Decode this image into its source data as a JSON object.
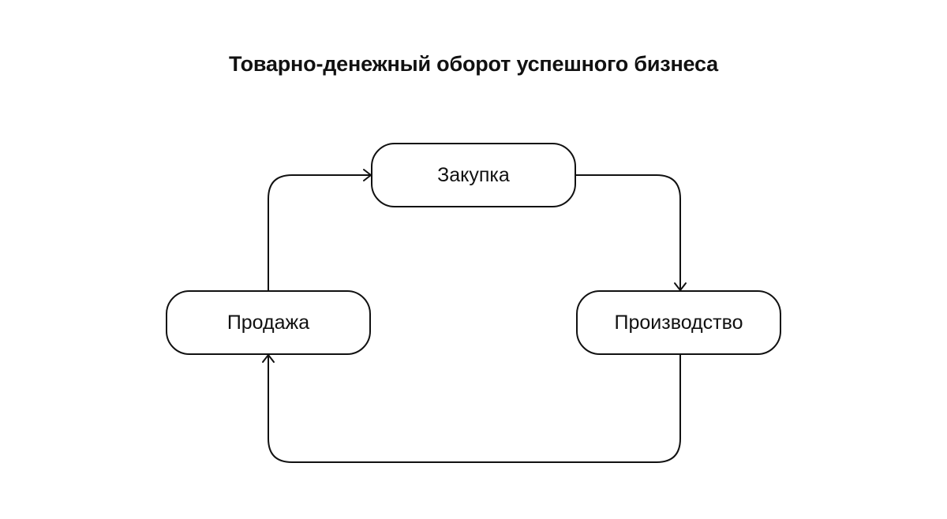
{
  "diagram": {
    "title": "Товарно-денежный оборот успешного бизнеса",
    "nodes": [
      {
        "id": "purchase",
        "label": "Закупка"
      },
      {
        "id": "production",
        "label": "Производство"
      },
      {
        "id": "sale",
        "label": "Продажа"
      }
    ],
    "edges": [
      {
        "from": "purchase",
        "to": "production"
      },
      {
        "from": "production",
        "to": "sale"
      },
      {
        "from": "sale",
        "to": "purchase"
      }
    ],
    "colors": {
      "stroke": "#111111",
      "background": "#ffffff"
    }
  }
}
